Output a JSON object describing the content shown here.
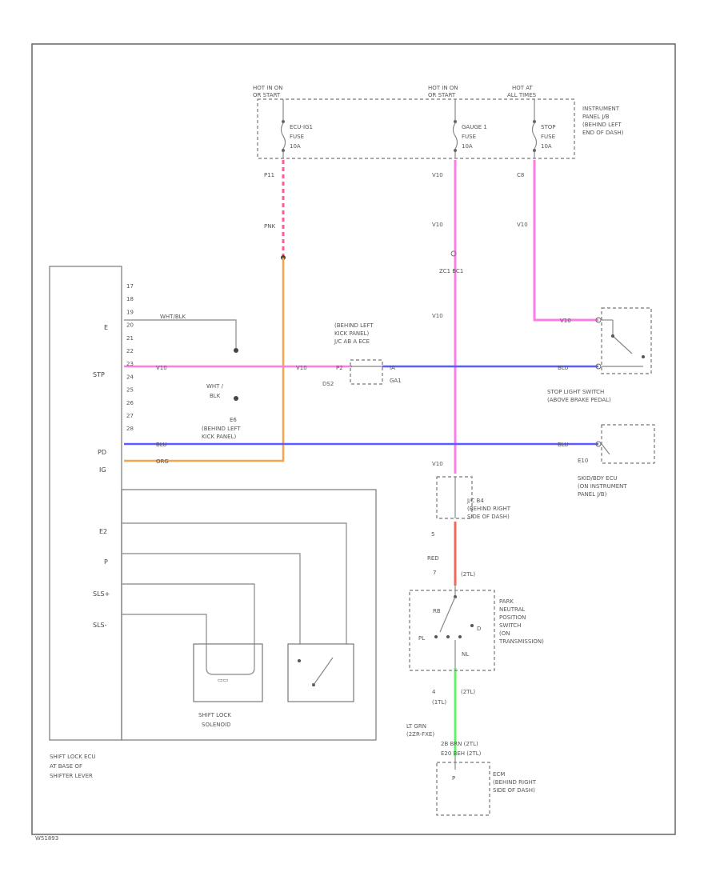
{
  "fuse_block": {
    "hot_left": [
      "HOT IN ON",
      "OR START"
    ],
    "hot_mid": [
      "HOT IN ON",
      "OR START"
    ],
    "hot_right": [
      "HOT AT",
      "ALL TIMES"
    ],
    "fuse1": [
      "ECU-IG1",
      "FUSE",
      "10A"
    ],
    "fuse2": [
      "GAUGE 1",
      "FUSE",
      "10A"
    ],
    "fuse3": [
      "STOP",
      "FUSE",
      "10A"
    ],
    "location": [
      "INSTRUMENT",
      "PANEL J/B",
      "(BEHIND LEFT",
      "END OF DASH)"
    ]
  },
  "wire_labels": {
    "p11": "P11",
    "pnk": "PNK",
    "v10a": "V10",
    "v10b": "V10",
    "v10c": "V10",
    "c8": "C8",
    "v10d": "V10",
    "v10e": "V10",
    "splice": "ZC1 BC1",
    "v10f": "V10",
    "stp_v10": "V10",
    "stp_v10b": "V10",
    "blu_stop": "BLU",
    "blu_pd": "BLU",
    "blu_pd2": "BLU",
    "org": "ORG",
    "whtblk": "WHT/BLK",
    "whtblk2": [
      "WHT /",
      "BLK"
    ],
    "e6": "E6",
    "v10g": "V10",
    "red": "RED",
    "num5": "5",
    "num7": "7",
    "num27": "(2TL)",
    "num4": "4",
    "num4b": "(2TL)",
    "num1": "(1TL)",
    "ltgrn": [
      "LT GRN",
      "(2ZR-FXE)"
    ],
    "brn": "2B BRN (2TL)",
    "e20": "E20 BEH (2TL)",
    "e10": "E10"
  },
  "joint": {
    "label": [
      "(BEHIND LEFT",
      "KICK PANEL)",
      "J/C AB A ECE"
    ],
    "pin_left": "P2",
    "pin_left2": "DS2",
    "pin_right": "IA",
    "pin_right2": "GA1"
  },
  "kick_panel": [
    "(BEHIND LEFT",
    "KICK PANEL)"
  ],
  "ecu_pins": [
    "17",
    "18",
    "19",
    "20",
    "21",
    "22",
    "23",
    "24",
    "25",
    "26",
    "27",
    "28"
  ],
  "ecu_labels": {
    "e": "E",
    "stp": "STP",
    "pd": "PD",
    "ig": "IG",
    "e2": "E2",
    "p": "P",
    "sls_plus": "SLS+",
    "sls_minus": "SLS-",
    "title": [
      "SHIFT LOCK ECU",
      "AT BASE OF",
      "SHIFTER LEVER"
    ]
  },
  "solenoid": [
    "SHIFT LOCK",
    "SOLENOID"
  ],
  "stop_switch": [
    "STOP LIGHT SWITCH",
    "(ABOVE BRAKE PEDAL)"
  ],
  "skid_ecu": [
    "SKID/BDY ECU",
    "(ON INSTRUMENT",
    "PANEL J/B)"
  ],
  "jc_b4": [
    "J/C B4",
    "(BEHIND RIGHT",
    "SIDE OF DASH)"
  ],
  "pnp_switch": [
    "PARK",
    "NEUTRAL",
    "POSITION",
    "SWITCH",
    "(ON",
    "TRANSMISSION)"
  ],
  "pnp_labels": {
    "rb": "RB",
    "pl": "PL",
    "nl": "NL",
    "d": "D"
  },
  "ecm": {
    "pin": "P",
    "text": [
      "ECM",
      "(BEHIND RIGHT",
      "SIDE OF DASH)"
    ]
  },
  "footer": "W51893",
  "colors": {
    "pink": "#ff7ce8",
    "pink_dash": "#ff5c9c",
    "blue": "#5b5bff",
    "orange": "#f5a64a",
    "red": "#f06a5a",
    "green": "#66f066",
    "frame": "#777777"
  }
}
